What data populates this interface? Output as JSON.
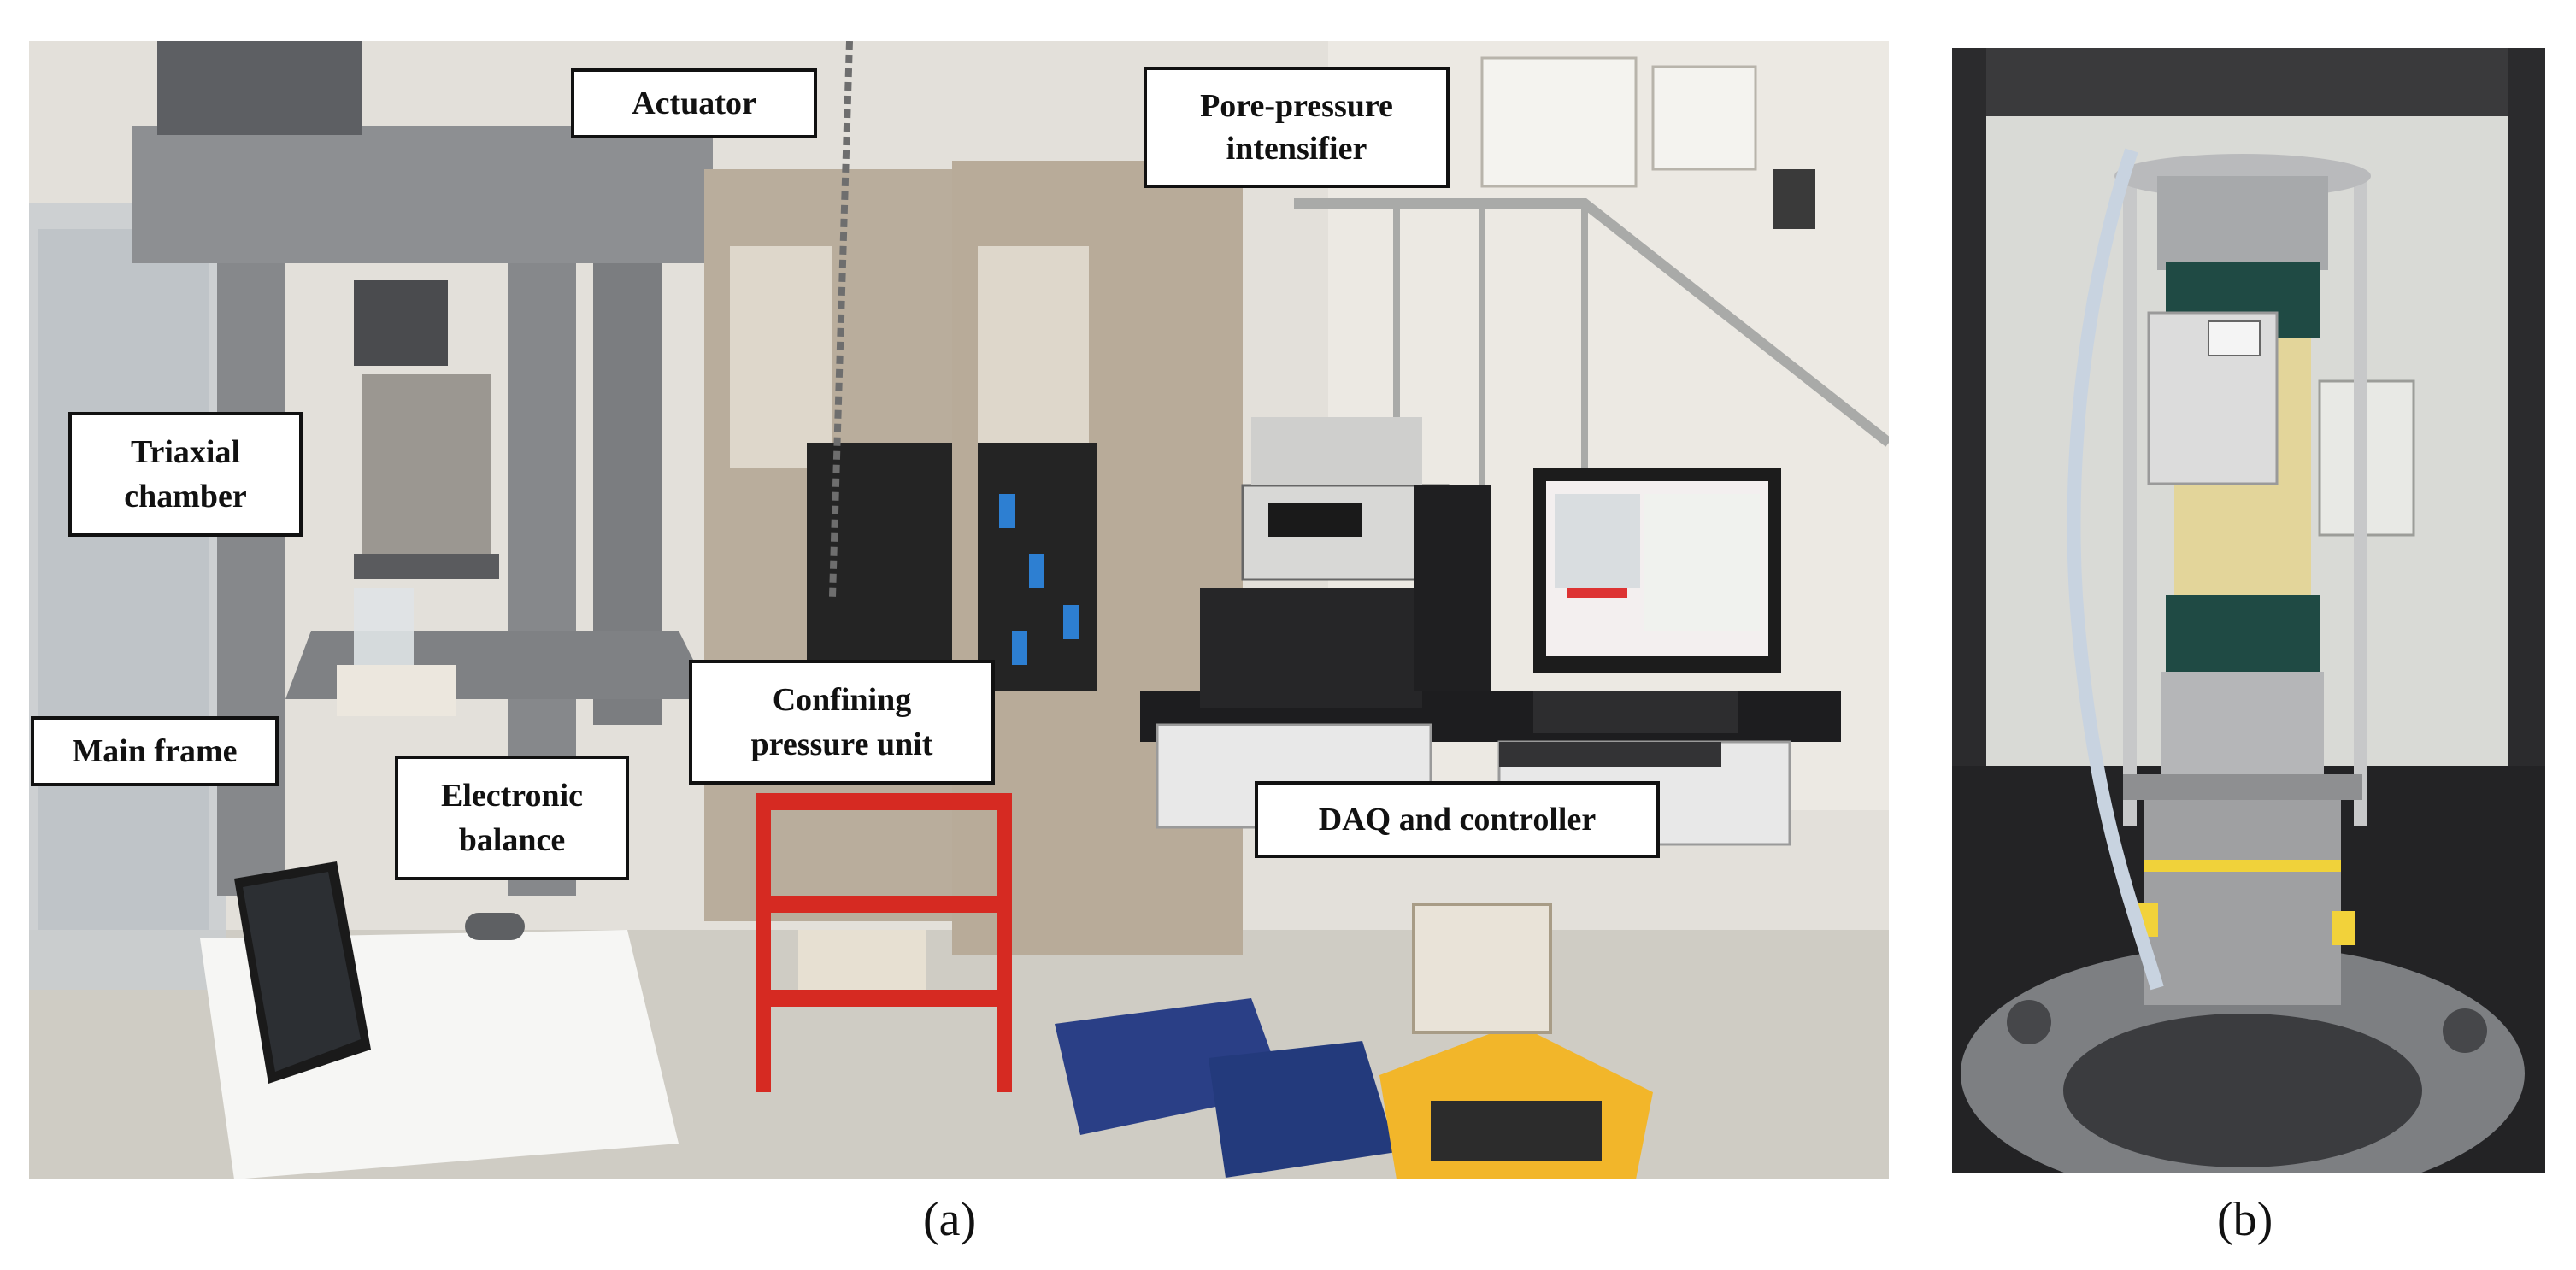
{
  "panel_a": {
    "labels": {
      "actuator": "Actuator",
      "pore_line1": "Pore-pressure",
      "pore_line2": "intensifier",
      "triaxial_line1": "Triaxial",
      "triaxial_line2": "chamber",
      "main_frame": "Main frame",
      "balance_line1": "Electronic",
      "balance_line2": "balance",
      "confining_line1": "Confining",
      "confining_line2": "pressure unit",
      "daq": "DAQ and controller"
    },
    "caption": "(a)"
  },
  "panel_b": {
    "caption": "(b)"
  },
  "colors": {
    "callout_border": "#111111",
    "callout_fill": "#ffffff",
    "frame_grey": "#8d8f92",
    "cabinet_beige": "#b9ad9c",
    "cart_red": "#d62a22",
    "box_blue": "#2a3f86",
    "crate_yellow": "#f2b62a",
    "sleeve_green": "#1f4a44"
  }
}
